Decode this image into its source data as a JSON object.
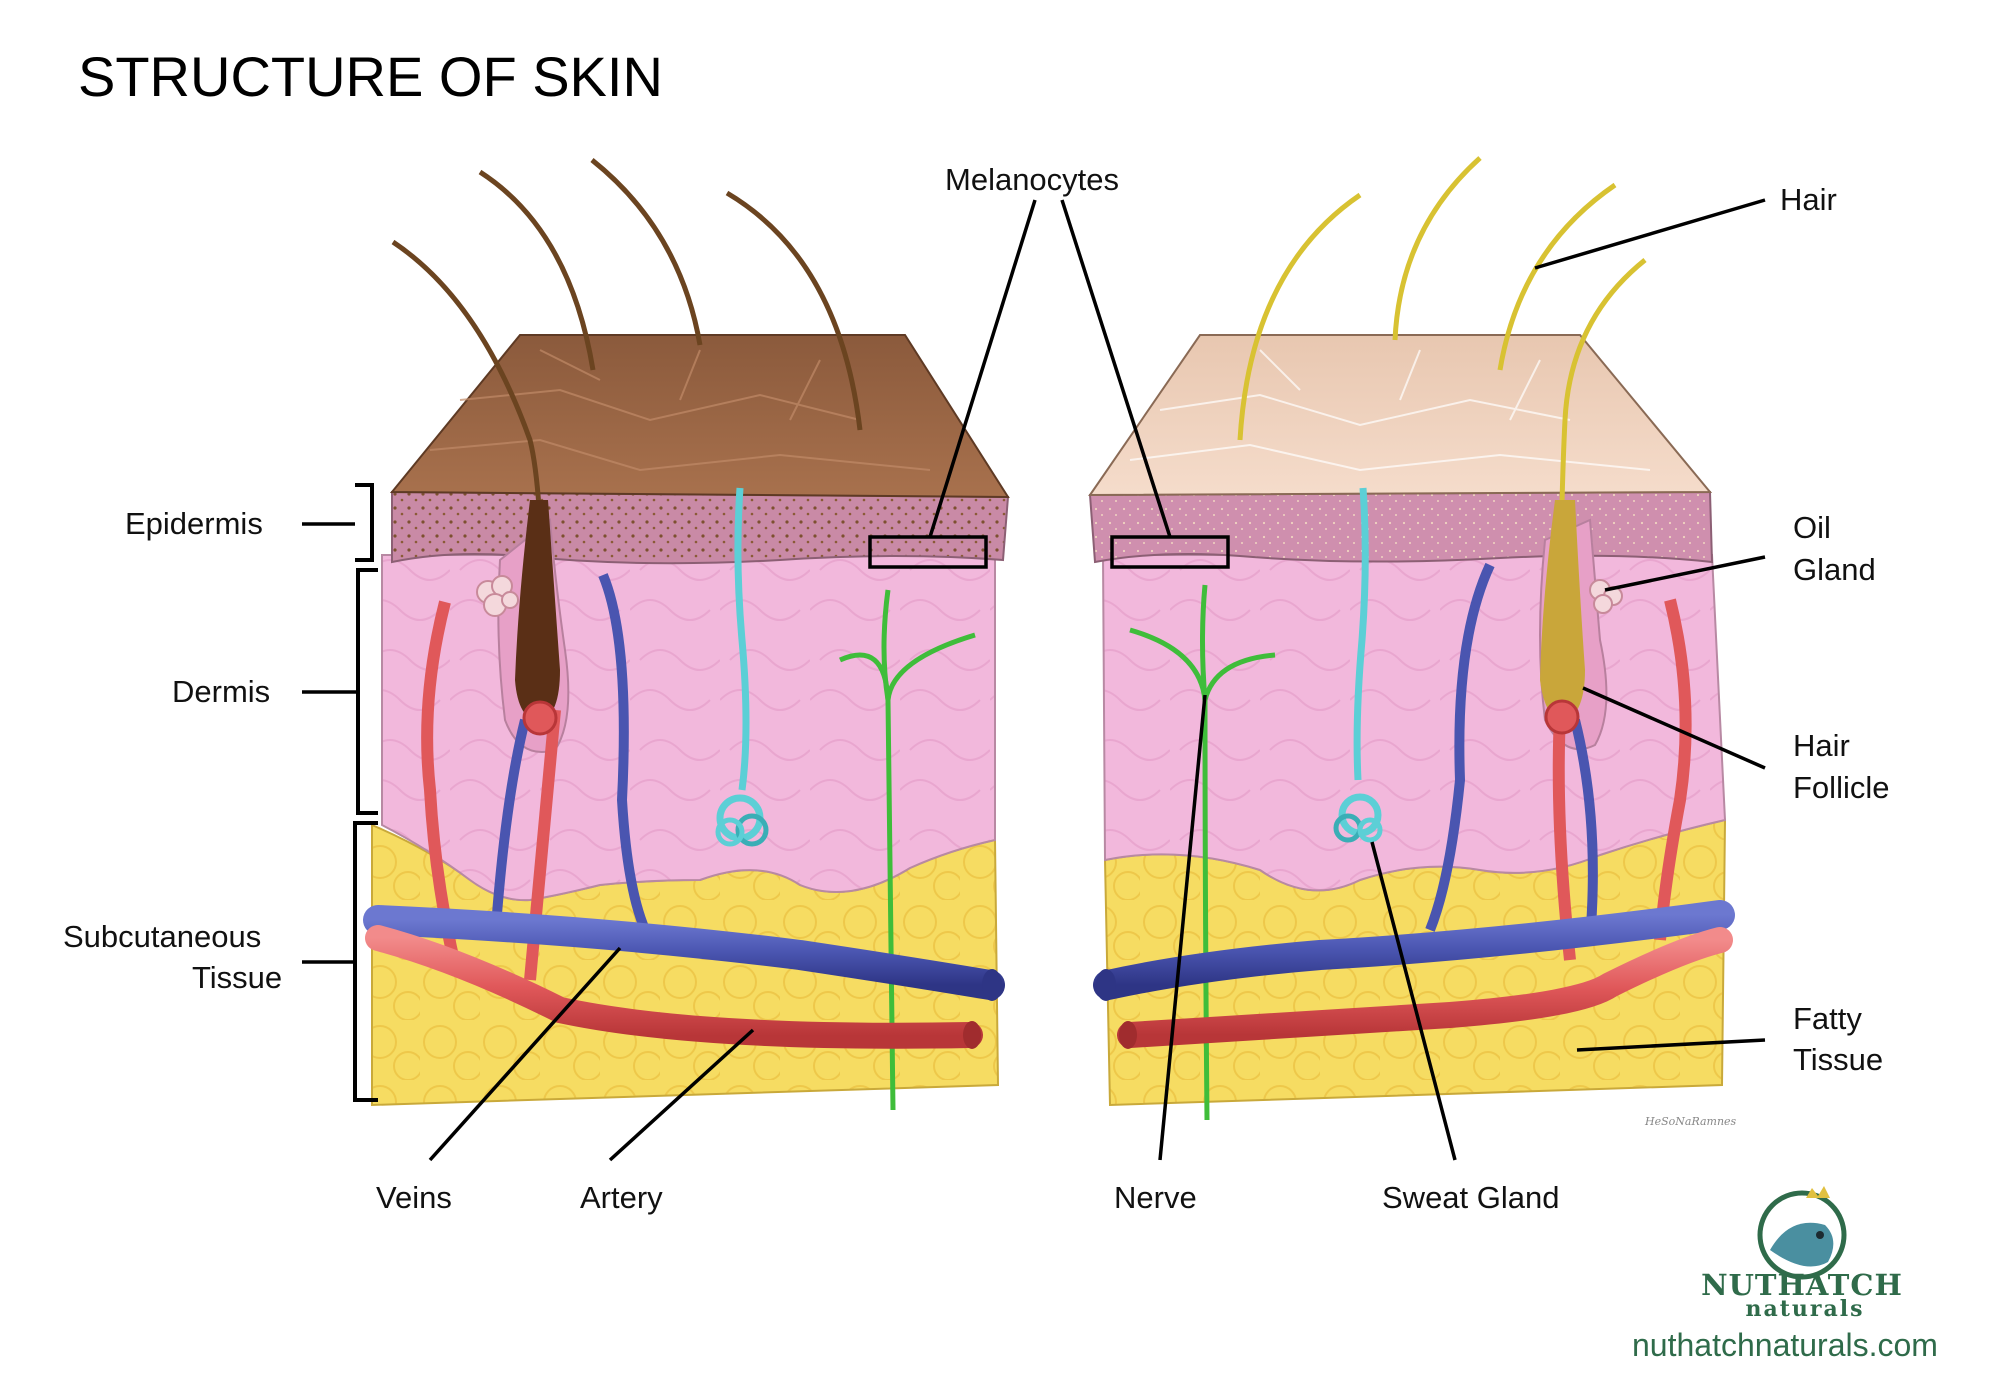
{
  "title": "STRUCTURE OF SKIN",
  "labels": {
    "melanocytes": "Melanocytes",
    "hair": "Hair",
    "epidermis": "Epidermis",
    "dermis": "Dermis",
    "subcutaneous_line1": "Subcutaneous",
    "subcutaneous_line2": "Tissue",
    "oil_line1": "Oil",
    "oil_line2": "Gland",
    "follicle_line1": "Hair",
    "follicle_line2": "Follicle",
    "fatty_line1": "Fatty",
    "fatty_line2": "Tissue",
    "veins": "Veins",
    "artery": "Artery",
    "nerve": "Nerve",
    "sweat_gland": "Sweat Gland"
  },
  "brand": {
    "name": "NUTHATCH",
    "sub": "naturals",
    "url": "nuthatchnaturals.com",
    "signature": "HeSoNaRamnes",
    "icon": "nuthatch-bird-logo-icon"
  },
  "colors": {
    "dark_skin_surface": "#9b6645",
    "light_skin_surface": "#efd2bd",
    "epidermis": "#c88aa8",
    "dermis": "#f2b8dc",
    "fat": "#f6dc62",
    "vein": "#4a55b0",
    "artery": "#e0585a",
    "nerve": "#3fbd3a",
    "sweat_gland": "#5ccfd6",
    "dark_hair": "#6b4420",
    "light_hair": "#d8c232",
    "brand_green": "#2f6b4a"
  }
}
